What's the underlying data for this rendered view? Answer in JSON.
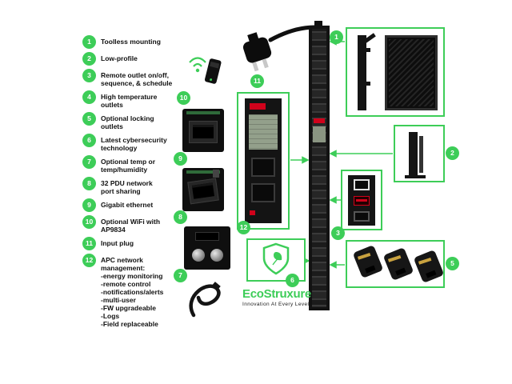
{
  "colors": {
    "green": "#3dcd58",
    "red": "#d0021b"
  },
  "features": [
    {
      "num": "1",
      "label": "Toolless mounting"
    },
    {
      "num": "2",
      "label": "Low-profile"
    },
    {
      "num": "3",
      "label": "Remote outlet on/off,\nsequence, & schedule"
    },
    {
      "num": "4",
      "label": "High temperature\noutlets"
    },
    {
      "num": "5",
      "label": "Optional locking\noutlets"
    },
    {
      "num": "6",
      "label": "Latest cybersecurity\ntechnology"
    },
    {
      "num": "7",
      "label": "Optional temp or\ntemp/humidity"
    },
    {
      "num": "8",
      "label": "32 PDU network\nport sharing"
    },
    {
      "num": "9",
      "label": "Gigabit ethernet"
    },
    {
      "num": "10",
      "label": "Optional WiFi with\nAP9834"
    },
    {
      "num": "11",
      "label": "Input plug"
    },
    {
      "num": "12",
      "label": "APC network\nmanagement:",
      "subitems": [
        "-energy monitoring",
        "-remote control",
        "-notifications/alerts",
        "-multi-user",
        "-FW upgradeable",
        "-Logs",
        "-Field replaceable"
      ]
    }
  ],
  "logo": {
    "brand": "EcoStruxure",
    "tagline": "Innovation At Every Level"
  }
}
